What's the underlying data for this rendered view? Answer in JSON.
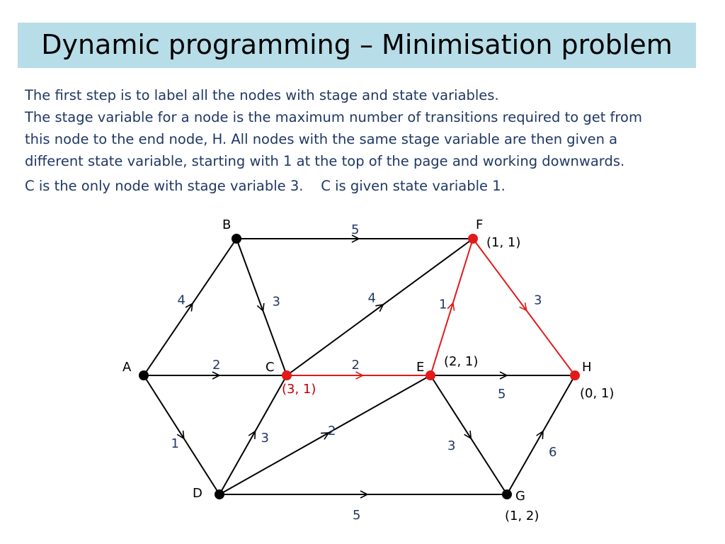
{
  "title": "Dynamic programming – Minimisation problem",
  "paragraphs": [
    "The first step is to label all the nodes with stage and state variables.",
    "The stage variable for a node is the maximum number of transitions required to get from",
    "this node to the end node, H. All nodes with the same stage variable are then given a",
    "different state variable, starting with 1 at the top of the page and working downwards.",
    "C is the only node with stage variable 3.    C is given state variable 1."
  ],
  "colors": {
    "title_bg": "#b7dde8",
    "text": "#1f3864",
    "highlight": "#e11a1a",
    "label_highlight": "#c00000"
  },
  "nodes": [
    {
      "id": "A",
      "label": "A",
      "state_label": ""
    },
    {
      "id": "B",
      "label": "B",
      "state_label": ""
    },
    {
      "id": "C",
      "label": "C",
      "state_label": "(3, 1)",
      "highlight": true
    },
    {
      "id": "D",
      "label": "D",
      "state_label": ""
    },
    {
      "id": "E",
      "label": "E",
      "state_label": "(2, 1)",
      "highlight": true
    },
    {
      "id": "F",
      "label": "F",
      "state_label": "(1, 1)",
      "highlight": true
    },
    {
      "id": "G",
      "label": "G",
      "state_label": "(1, 2)"
    },
    {
      "id": "H",
      "label": "H",
      "state_label": "(0, 1)",
      "highlight": true
    }
  ],
  "edges": [
    {
      "from": "A",
      "to": "B",
      "weight": "4"
    },
    {
      "from": "A",
      "to": "C",
      "weight": "2"
    },
    {
      "from": "A",
      "to": "D",
      "weight": "1"
    },
    {
      "from": "B",
      "to": "F",
      "weight": "5"
    },
    {
      "from": "B",
      "to": "C",
      "weight": "3"
    },
    {
      "from": "C",
      "to": "F",
      "weight": "4"
    },
    {
      "from": "C",
      "to": "E",
      "weight": "2",
      "highlight": true
    },
    {
      "from": "D",
      "to": "C",
      "weight": "3"
    },
    {
      "from": "D",
      "to": "E",
      "weight": "2"
    },
    {
      "from": "D",
      "to": "G",
      "weight": "5"
    },
    {
      "from": "E",
      "to": "F",
      "weight": "1",
      "highlight": true
    },
    {
      "from": "E",
      "to": "H",
      "weight": "5"
    },
    {
      "from": "E",
      "to": "G",
      "weight": "3"
    },
    {
      "from": "F",
      "to": "H",
      "weight": "3",
      "highlight": true
    },
    {
      "from": "G",
      "to": "H",
      "weight": "6"
    }
  ]
}
